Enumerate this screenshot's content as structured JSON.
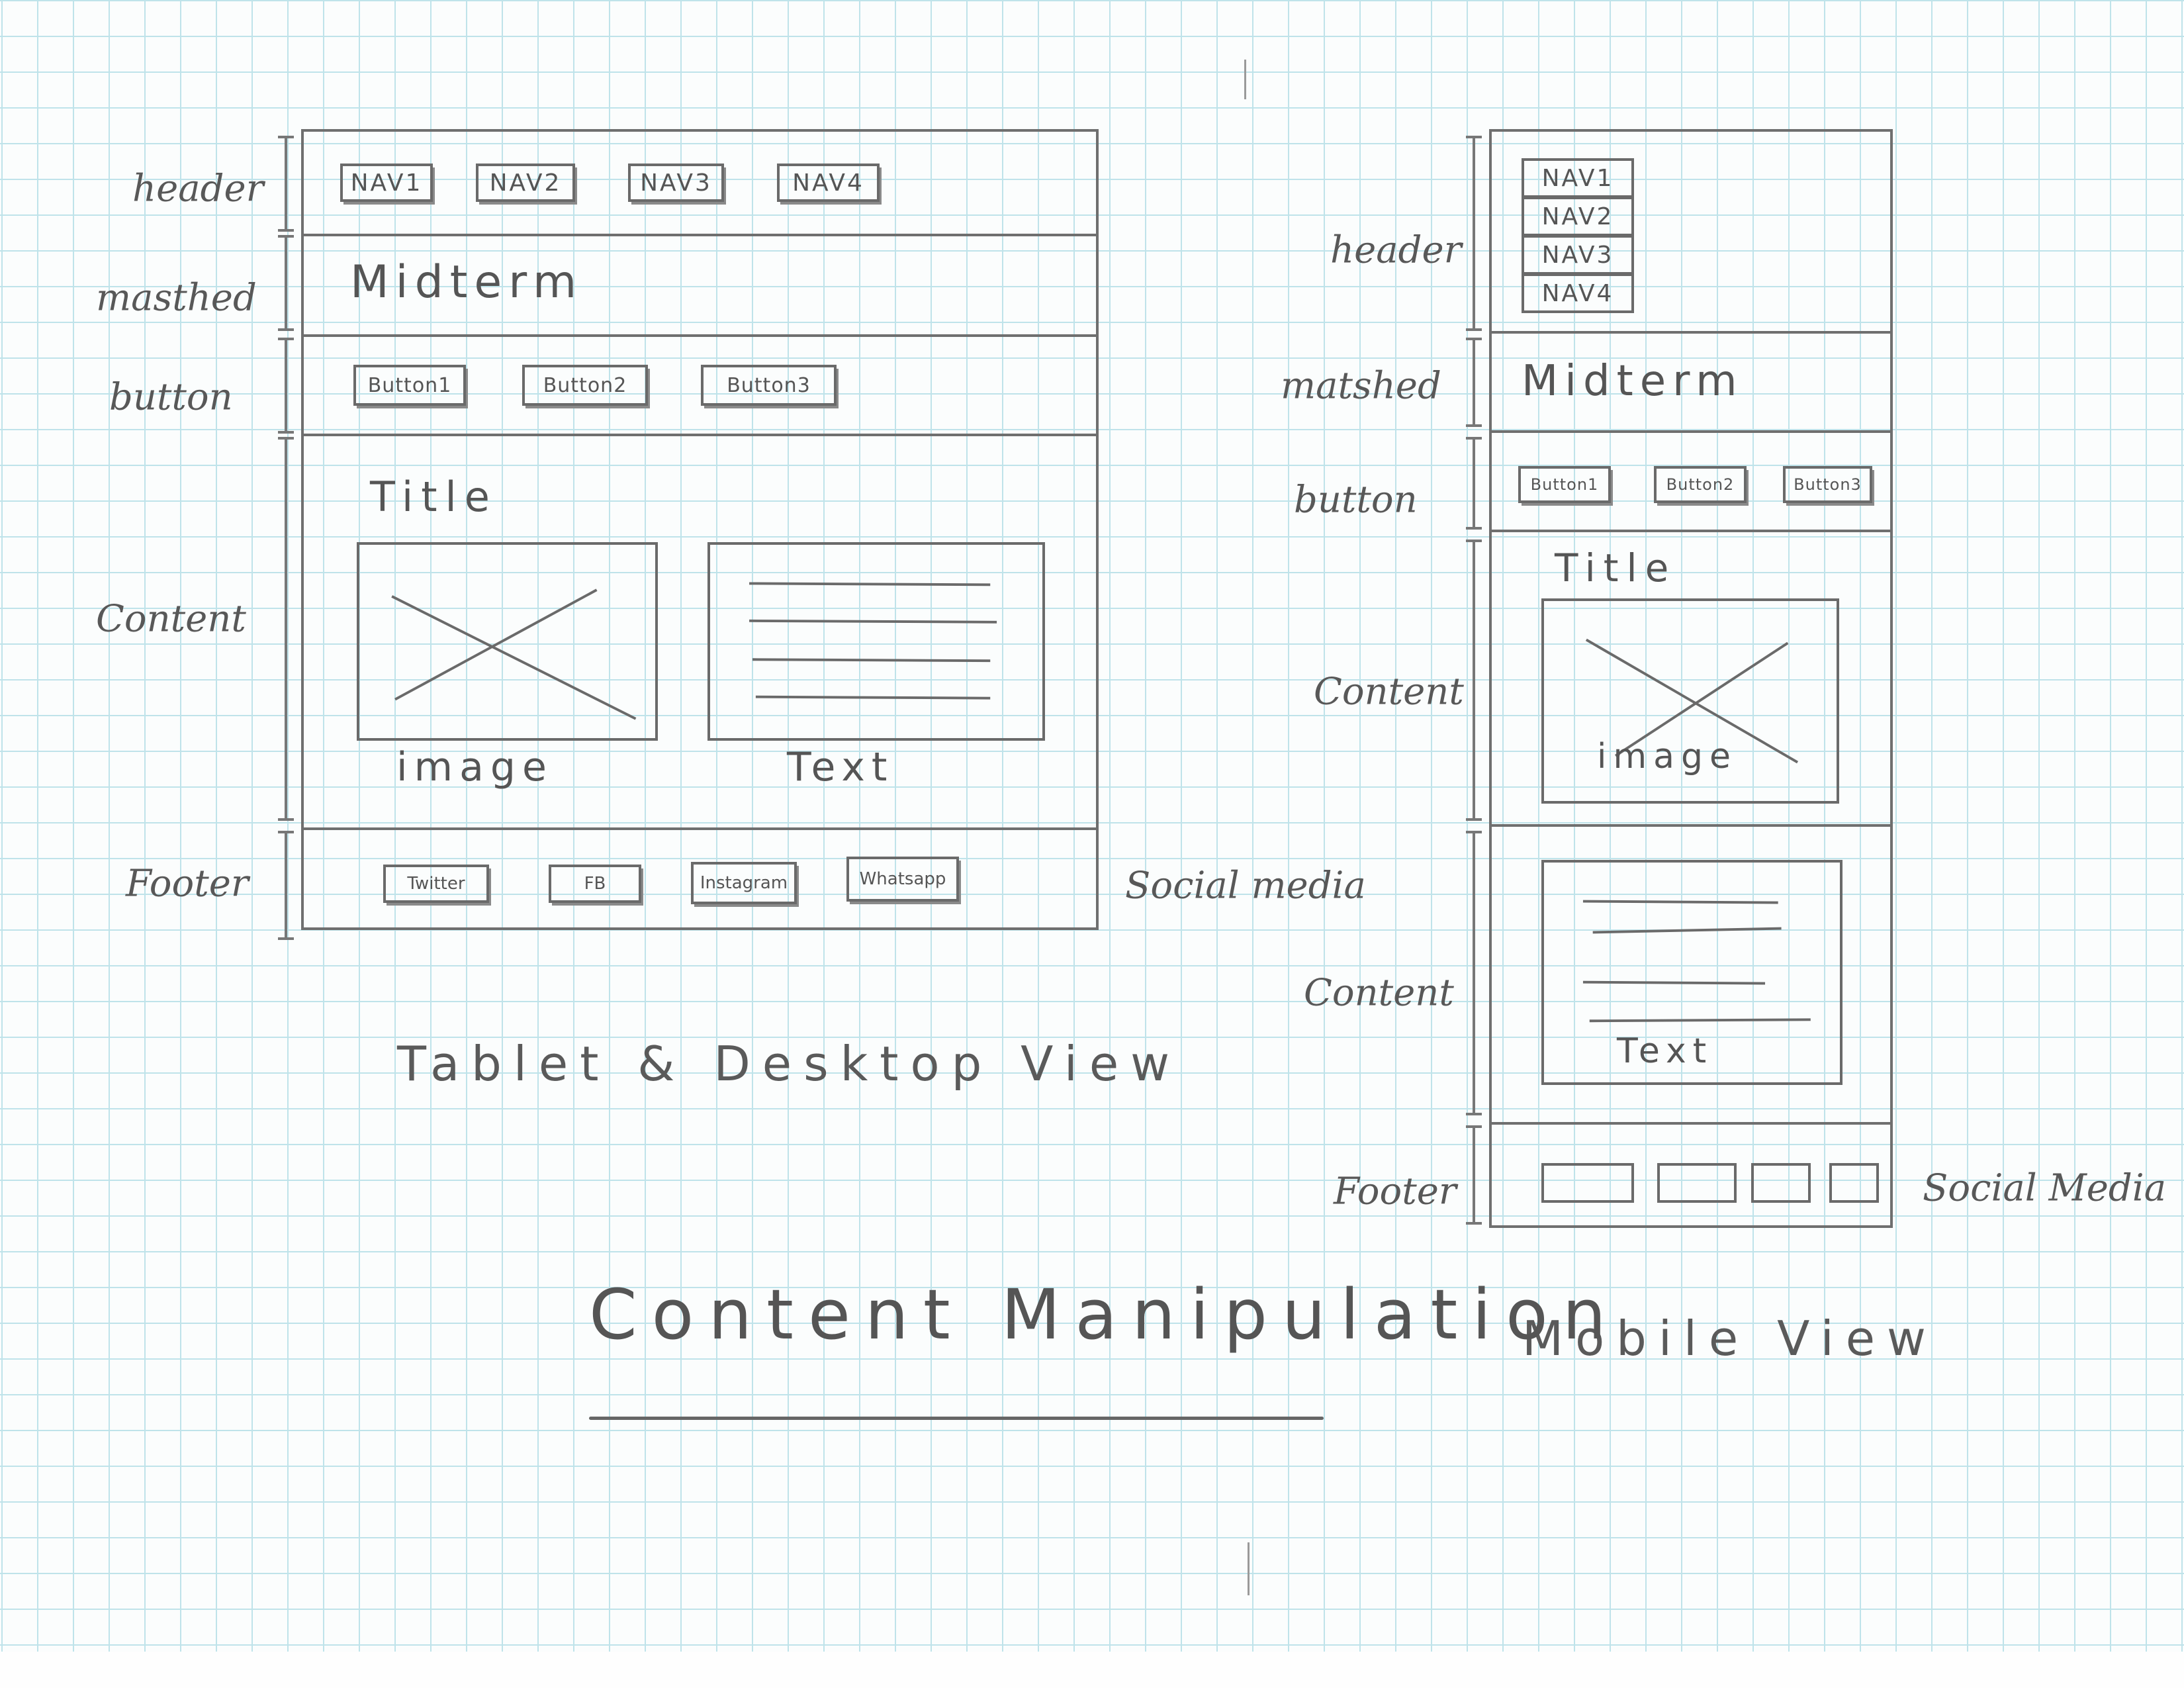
{
  "page_title": "Content Manipulation",
  "desktop": {
    "caption": "Tablet & Desktop View",
    "section_labels": {
      "header": "header",
      "masthead": "masthed",
      "button": "button",
      "content": "Content",
      "footer": "Footer"
    },
    "nav": [
      "NAV1",
      "NAV2",
      "NAV3",
      "NAV4"
    ],
    "masthead_text": "Midterm",
    "buttons": [
      "Button1",
      "Button2",
      "Button3"
    ],
    "content": {
      "title": "Title",
      "image_caption": "image",
      "text_caption": "Text"
    },
    "social": [
      "Twitter",
      "FB",
      "Instagram",
      "Whatsapp"
    ],
    "social_label": "Social media"
  },
  "mobile": {
    "caption": "Mobile View",
    "section_labels": {
      "header": "header",
      "masthead": "matshed",
      "button": "button",
      "content_1": "Content",
      "content_2": "Content",
      "footer": "Footer"
    },
    "nav": [
      "NAV1",
      "NAV2",
      "NAV3",
      "NAV4"
    ],
    "masthead_text": "Midterm",
    "buttons": [
      "Button1",
      "Button2",
      "Button3"
    ],
    "content": {
      "title": "Title",
      "image_caption": "image",
      "text_caption": "Text"
    },
    "social_label": "Social Media"
  }
}
